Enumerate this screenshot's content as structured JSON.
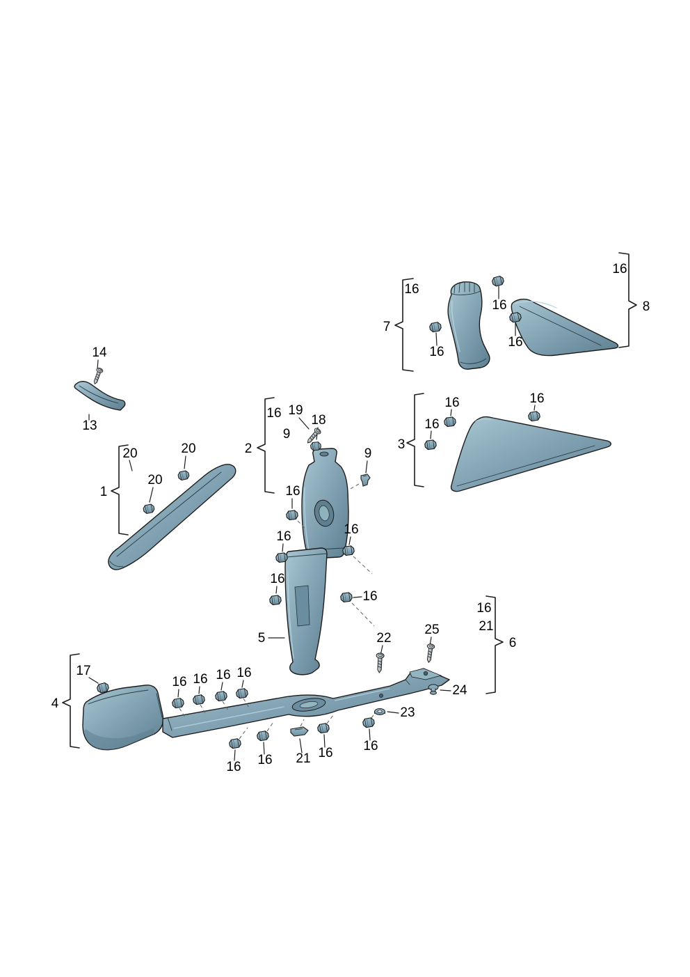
{
  "diagram": {
    "type": "exploded-parts-diagram",
    "subject": "interior pillar trims and sill scuff plates",
    "colors": {
      "background": "#ffffff",
      "part_fill": "#7e9fb0",
      "part_highlight": "#a9c6d2",
      "part_shadow": "#5d7f90",
      "outline": "#1c1c1c",
      "dashed_line": "#6a6a6a",
      "label_color": "#000000"
    },
    "callouts": [
      {
        "label": "16"
      },
      {
        "label": "16"
      },
      {
        "label": "7"
      },
      {
        "label": "16"
      },
      {
        "label": "16"
      },
      {
        "label": "16"
      },
      {
        "label": "8"
      },
      {
        "label": "3"
      },
      {
        "label": "16"
      },
      {
        "label": "16"
      },
      {
        "label": "16"
      },
      {
        "label": "14"
      },
      {
        "label": "13"
      },
      {
        "label": "20"
      },
      {
        "label": "20"
      },
      {
        "label": "20"
      },
      {
        "label": "1"
      },
      {
        "label": "2"
      },
      {
        "label": "16"
      },
      {
        "label": "9"
      },
      {
        "label": "19"
      },
      {
        "label": "18"
      },
      {
        "label": "9"
      },
      {
        "label": "16"
      },
      {
        "label": "16"
      },
      {
        "label": "16"
      },
      {
        "label": "16"
      },
      {
        "label": "16"
      },
      {
        "label": "5"
      },
      {
        "label": "16"
      },
      {
        "label": "21"
      },
      {
        "label": "6"
      },
      {
        "label": "17"
      },
      {
        "label": "4"
      },
      {
        "label": "16"
      },
      {
        "label": "16"
      },
      {
        "label": "16"
      },
      {
        "label": "16"
      },
      {
        "label": "22"
      },
      {
        "label": "25"
      },
      {
        "label": "24"
      },
      {
        "label": "23"
      },
      {
        "label": "16"
      },
      {
        "label": "16"
      },
      {
        "label": "21"
      },
      {
        "label": "16"
      },
      {
        "label": "16"
      }
    ]
  }
}
